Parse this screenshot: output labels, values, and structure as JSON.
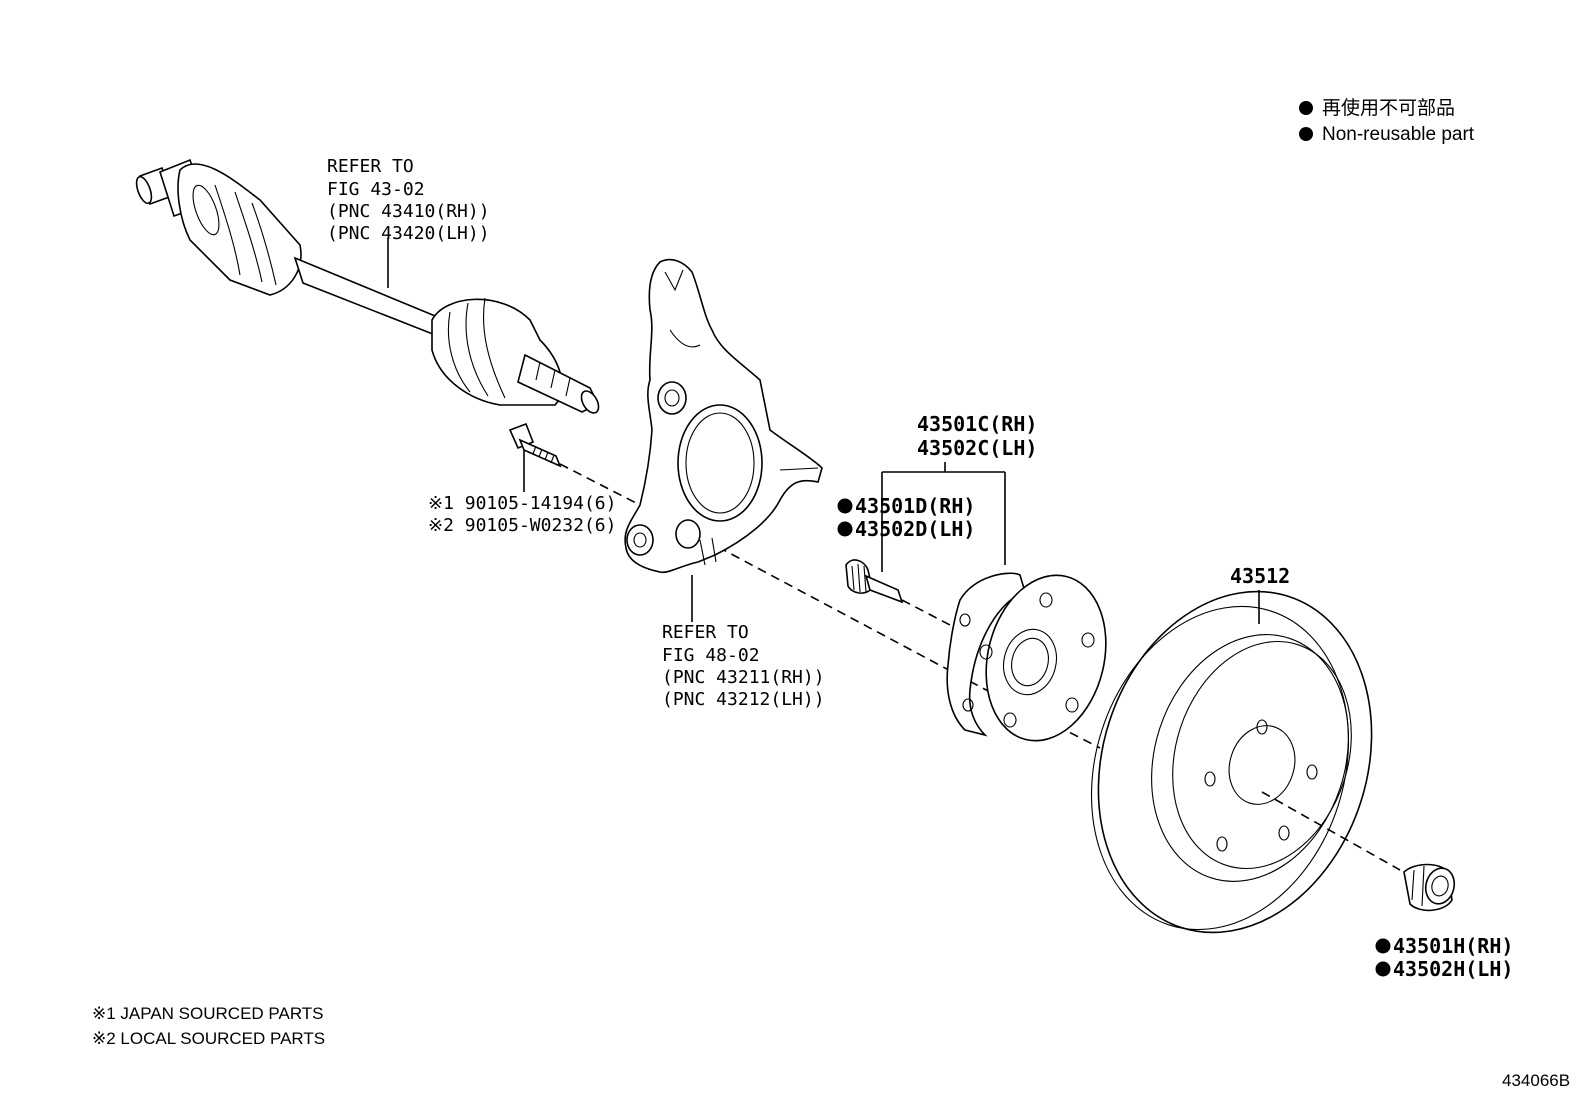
{
  "legend": {
    "line1": "再使用不可部品",
    "line2": "Non-reusable part"
  },
  "drive_shaft": {
    "line1": "REFER TO",
    "line2": "FIG 43-02",
    "line3": "(PNC 43410(RH))",
    "line4": "(PNC 43420(LH))"
  },
  "bolt": {
    "line1": "※1 90105-14194(6)",
    "line2": "※2 90105-W0232(6)"
  },
  "knuckle": {
    "line1": "REFER TO",
    "line2": "FIG 48-02",
    "line3": "(PNC 43211(RH))",
    "line4": "(PNC 43212(LH))"
  },
  "hub": {
    "line1": "43501C(RH)",
    "line2": "43502C(LH)"
  },
  "hub_bolt": {
    "line1": "43501D(RH)",
    "line2": "43502D(LH)"
  },
  "rotor": {
    "label": "43512"
  },
  "nut": {
    "line1": "43501H(RH)",
    "line2": "43502H(LH)"
  },
  "notes": {
    "line1": "※1 JAPAN SOURCED PARTS",
    "line2": "※2 LOCAL SOURCED PARTS"
  },
  "figure_id": "434066B"
}
